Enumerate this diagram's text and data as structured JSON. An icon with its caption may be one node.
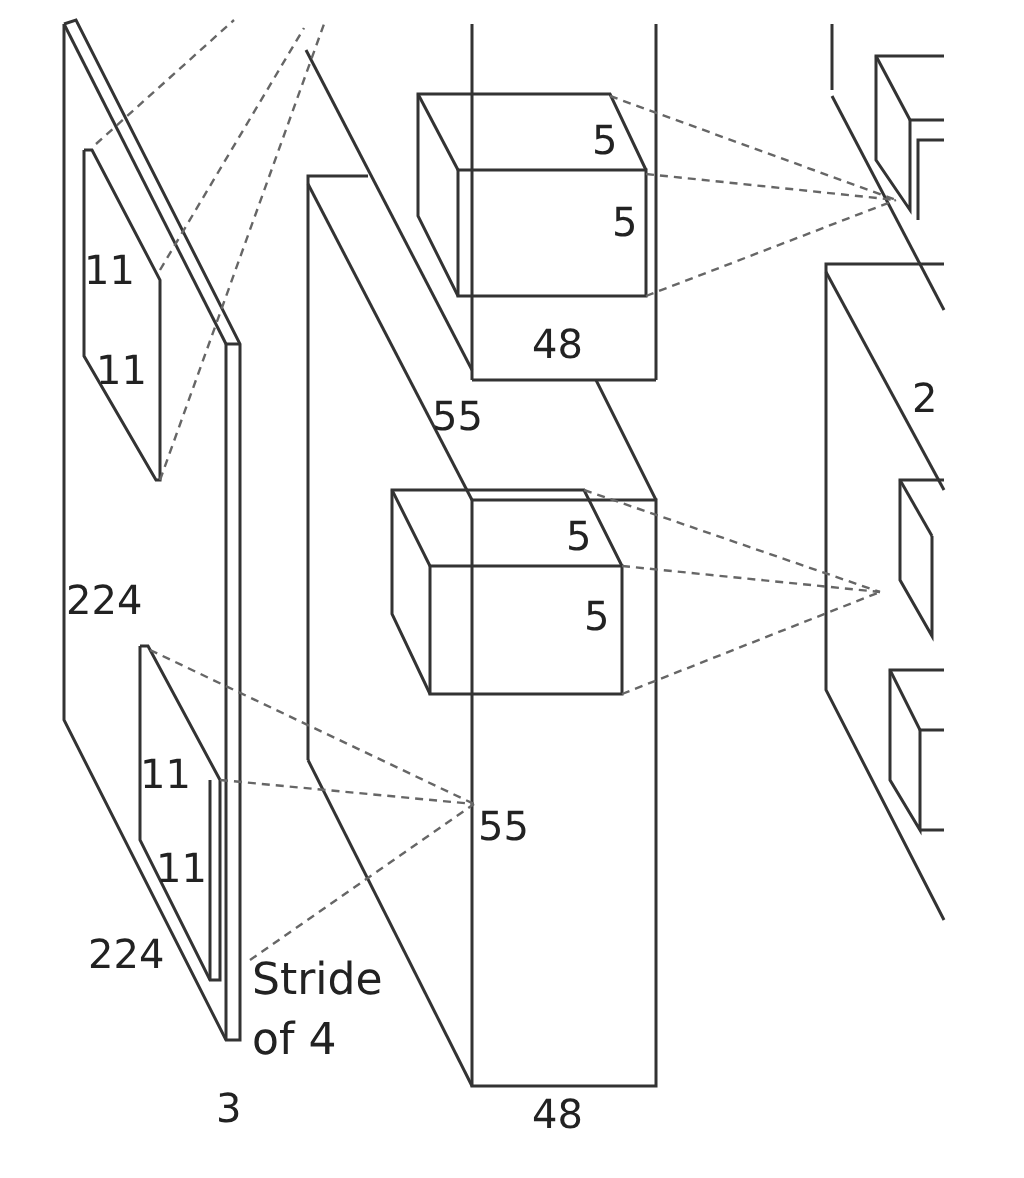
{
  "diagram": {
    "labels": [
      "5",
      "5",
      "11",
      "48",
      "11",
      "55",
      "2",
      "5",
      "224",
      "5",
      "11",
      "55",
      "11",
      "224",
      "Stride of 4",
      "3",
      "48"
    ]
  }
}
